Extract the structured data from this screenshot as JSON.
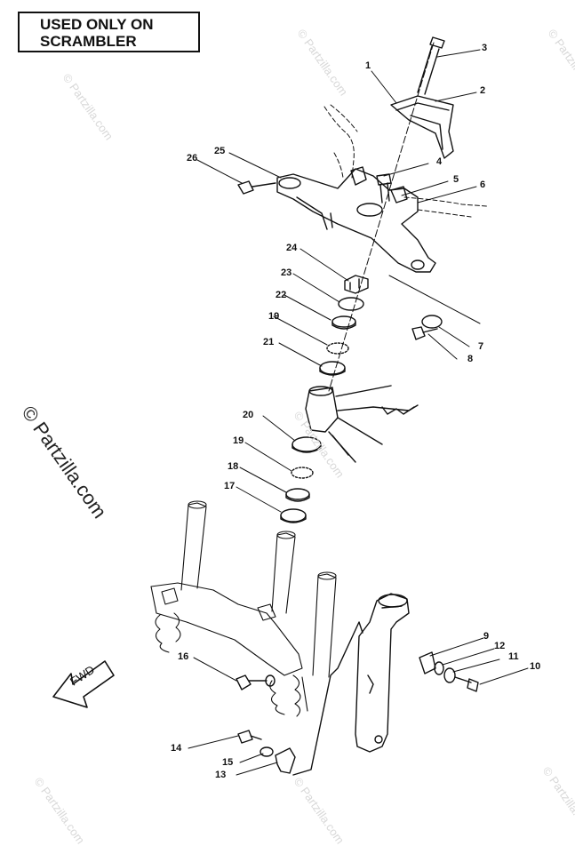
{
  "note": {
    "line1": "USED ONLY ON",
    "line2": "SCRAMBLER"
  },
  "watermark": "© Partzilla.com",
  "fwd_label": "FWD",
  "callouts": [
    {
      "label": "1"
    },
    {
      "label": "2"
    },
    {
      "label": "3"
    },
    {
      "label": "4"
    },
    {
      "label": "5"
    },
    {
      "label": "6"
    },
    {
      "label": "7"
    },
    {
      "label": "8"
    },
    {
      "label": "9"
    },
    {
      "label": "10"
    },
    {
      "label": "11"
    },
    {
      "label": "12"
    },
    {
      "label": "13"
    },
    {
      "label": "14"
    },
    {
      "label": "15"
    },
    {
      "label": "16"
    },
    {
      "label": "17"
    },
    {
      "label": "18"
    },
    {
      "label": "19"
    },
    {
      "label": "19"
    },
    {
      "label": "20"
    },
    {
      "label": "21"
    },
    {
      "label": "22"
    },
    {
      "label": "23"
    },
    {
      "label": "24"
    },
    {
      "label": "25"
    },
    {
      "label": "26"
    }
  ]
}
